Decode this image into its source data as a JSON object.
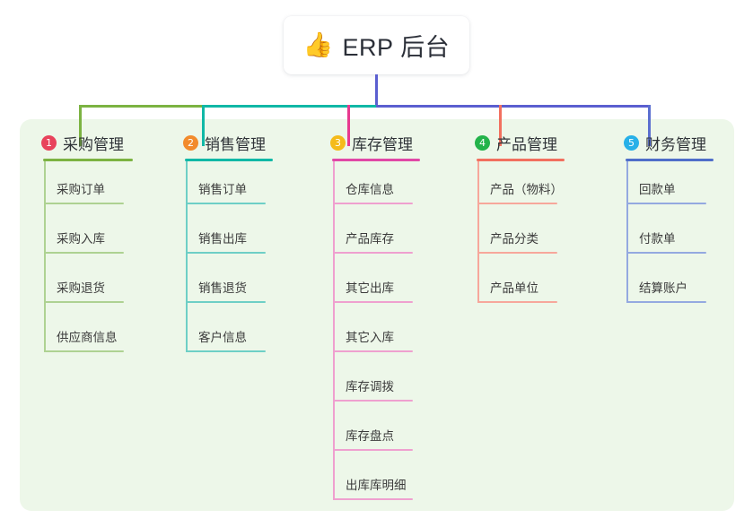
{
  "diagram": {
    "title": "ERP 后台",
    "root": {
      "icon": "thumbs-up-emoji",
      "emoji": "👍",
      "label": "ERP 后台",
      "stem_color": "#5b5fd0",
      "card_background": "#ffffff"
    },
    "panel_background": "#edf7e9",
    "page_background": "#ffffff",
    "bus_segments": [
      {
        "name": "bus-green",
        "color": "#7cb342"
      },
      {
        "name": "bus-teal",
        "color": "#11b8a6"
      },
      {
        "name": "bus-blue",
        "color": "#5b5fd0"
      }
    ],
    "columns": [
      {
        "number": "1",
        "label": "采购管理",
        "badge_color": "#e8435c",
        "line_color": "#7cb342",
        "leaf_line_color": "#aed292",
        "drop_color": "#7cb342",
        "items": [
          "采购订单",
          "采购入库",
          "采购退货",
          "供应商信息"
        ]
      },
      {
        "number": "2",
        "label": "销售管理",
        "badge_color": "#f28b2c",
        "line_color": "#11b8a6",
        "leaf_line_color": "#6ecfc6",
        "drop_color": "#11b8a6",
        "items": [
          "销售订单",
          "销售出库",
          "销售退货",
          "客户信息"
        ]
      },
      {
        "number": "3",
        "label": "库存管理",
        "badge_color": "#f5bb1b",
        "line_color": "#e148a6",
        "leaf_line_color": "#efa0cf",
        "drop_color": "#e8398f",
        "items": [
          "仓库信息",
          "产品库存",
          "其它出库",
          "其它入库",
          "库存调拨",
          "库存盘点",
          "出库库明细"
        ]
      },
      {
        "number": "4",
        "label": "产品管理",
        "badge_color": "#23b34a",
        "line_color": "#f2705f",
        "leaf_line_color": "#f7a79b",
        "drop_color": "#f2705f",
        "items": [
          "产品（物料）",
          "产品分类",
          "产品单位"
        ]
      },
      {
        "number": "5",
        "label": "财务管理",
        "badge_color": "#27b0e8",
        "line_color": "#4f6ec9",
        "leaf_line_color": "#94a9e0",
        "drop_color": "#5b6fd0",
        "items": [
          "回款单",
          "付款单",
          "结算账户"
        ]
      }
    ]
  }
}
